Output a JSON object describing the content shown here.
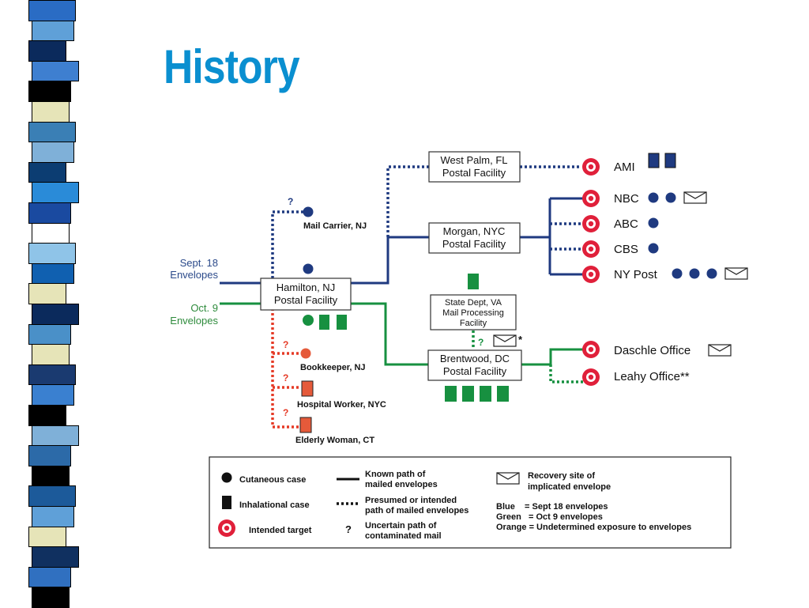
{
  "slide": {
    "title": "History"
  },
  "sources": {
    "sept": [
      "Sept. 18",
      "Envelopes"
    ],
    "oct": [
      "Oct. 9",
      "Envelopes"
    ]
  },
  "facilities": {
    "hamilton": [
      "Hamilton, NJ",
      "Postal Facility"
    ],
    "west_palm": [
      "West Palm, FL",
      "Postal Facility"
    ],
    "morgan": [
      "Morgan, NYC",
      "Postal Facility"
    ],
    "state_dept": [
      "State Dept, VA",
      "Mail Processing",
      "Facility"
    ],
    "brentwood": [
      "Brentwood, DC",
      "Postal Facility"
    ]
  },
  "cases": {
    "mail_carrier": "Mail Carrier, NJ",
    "bookkeeper": "Bookkeeper, NJ",
    "hospital_worker": "Hospital Worker, NYC",
    "elderly_woman": "Elderly Woman, CT"
  },
  "uncertain_mark": "?",
  "state_dept_star": "*",
  "targets": {
    "ami": "AMI",
    "nbc": "NBC",
    "abc": "ABC",
    "cbs": "CBS",
    "ny_post": "NY Post",
    "daschle": "Daschle Office",
    "leahy": "Leahy Office**"
  },
  "legend": {
    "cutaneous": "Cutaneous case",
    "inhalational": "Inhalational case",
    "target": "Intended target",
    "known": [
      "Known path of",
      "mailed envelopes"
    ],
    "presumed": [
      "Presumed or intended",
      "path of mailed envelopes"
    ],
    "uncertain": [
      "Uncertain path of",
      "contaminated mail"
    ],
    "recovery": [
      "Recovery site of",
      "implicated envelope"
    ],
    "colors": [
      "Blue    = Sept 18 envelopes",
      "Green   = Oct 9 envelopes",
      "Orange = Undetermined exposure to envelopes"
    ]
  },
  "palette": {
    "blue": "#1f3a80",
    "green": "#179040",
    "orange": "#e53a26",
    "target_red": "#e0203a",
    "title": "#0a8fd0"
  },
  "stripe_colors": [
    "#2a6cc4",
    "#5fa0d8",
    "#0b2a5c",
    "#3e7fd0",
    "#000000",
    "#e6e4b8",
    "#3a7fb5",
    "#7fb0d8",
    "#0c3d72",
    "#2a8bd8",
    "#1a4aa0",
    "#ffffff",
    "#8fc4e8",
    "#1060b0",
    "#e6e4b8",
    "#0b2a5c",
    "#4a90c8",
    "#e6e4b8",
    "#1a3a70",
    "#3a80d0",
    "#000000",
    "#7fb0d8",
    "#2c6aa8",
    "#000000",
    "#1c5a9a",
    "#5fa0d8",
    "#e6e4b8",
    "#103060",
    "#3070c0",
    "#000000"
  ]
}
